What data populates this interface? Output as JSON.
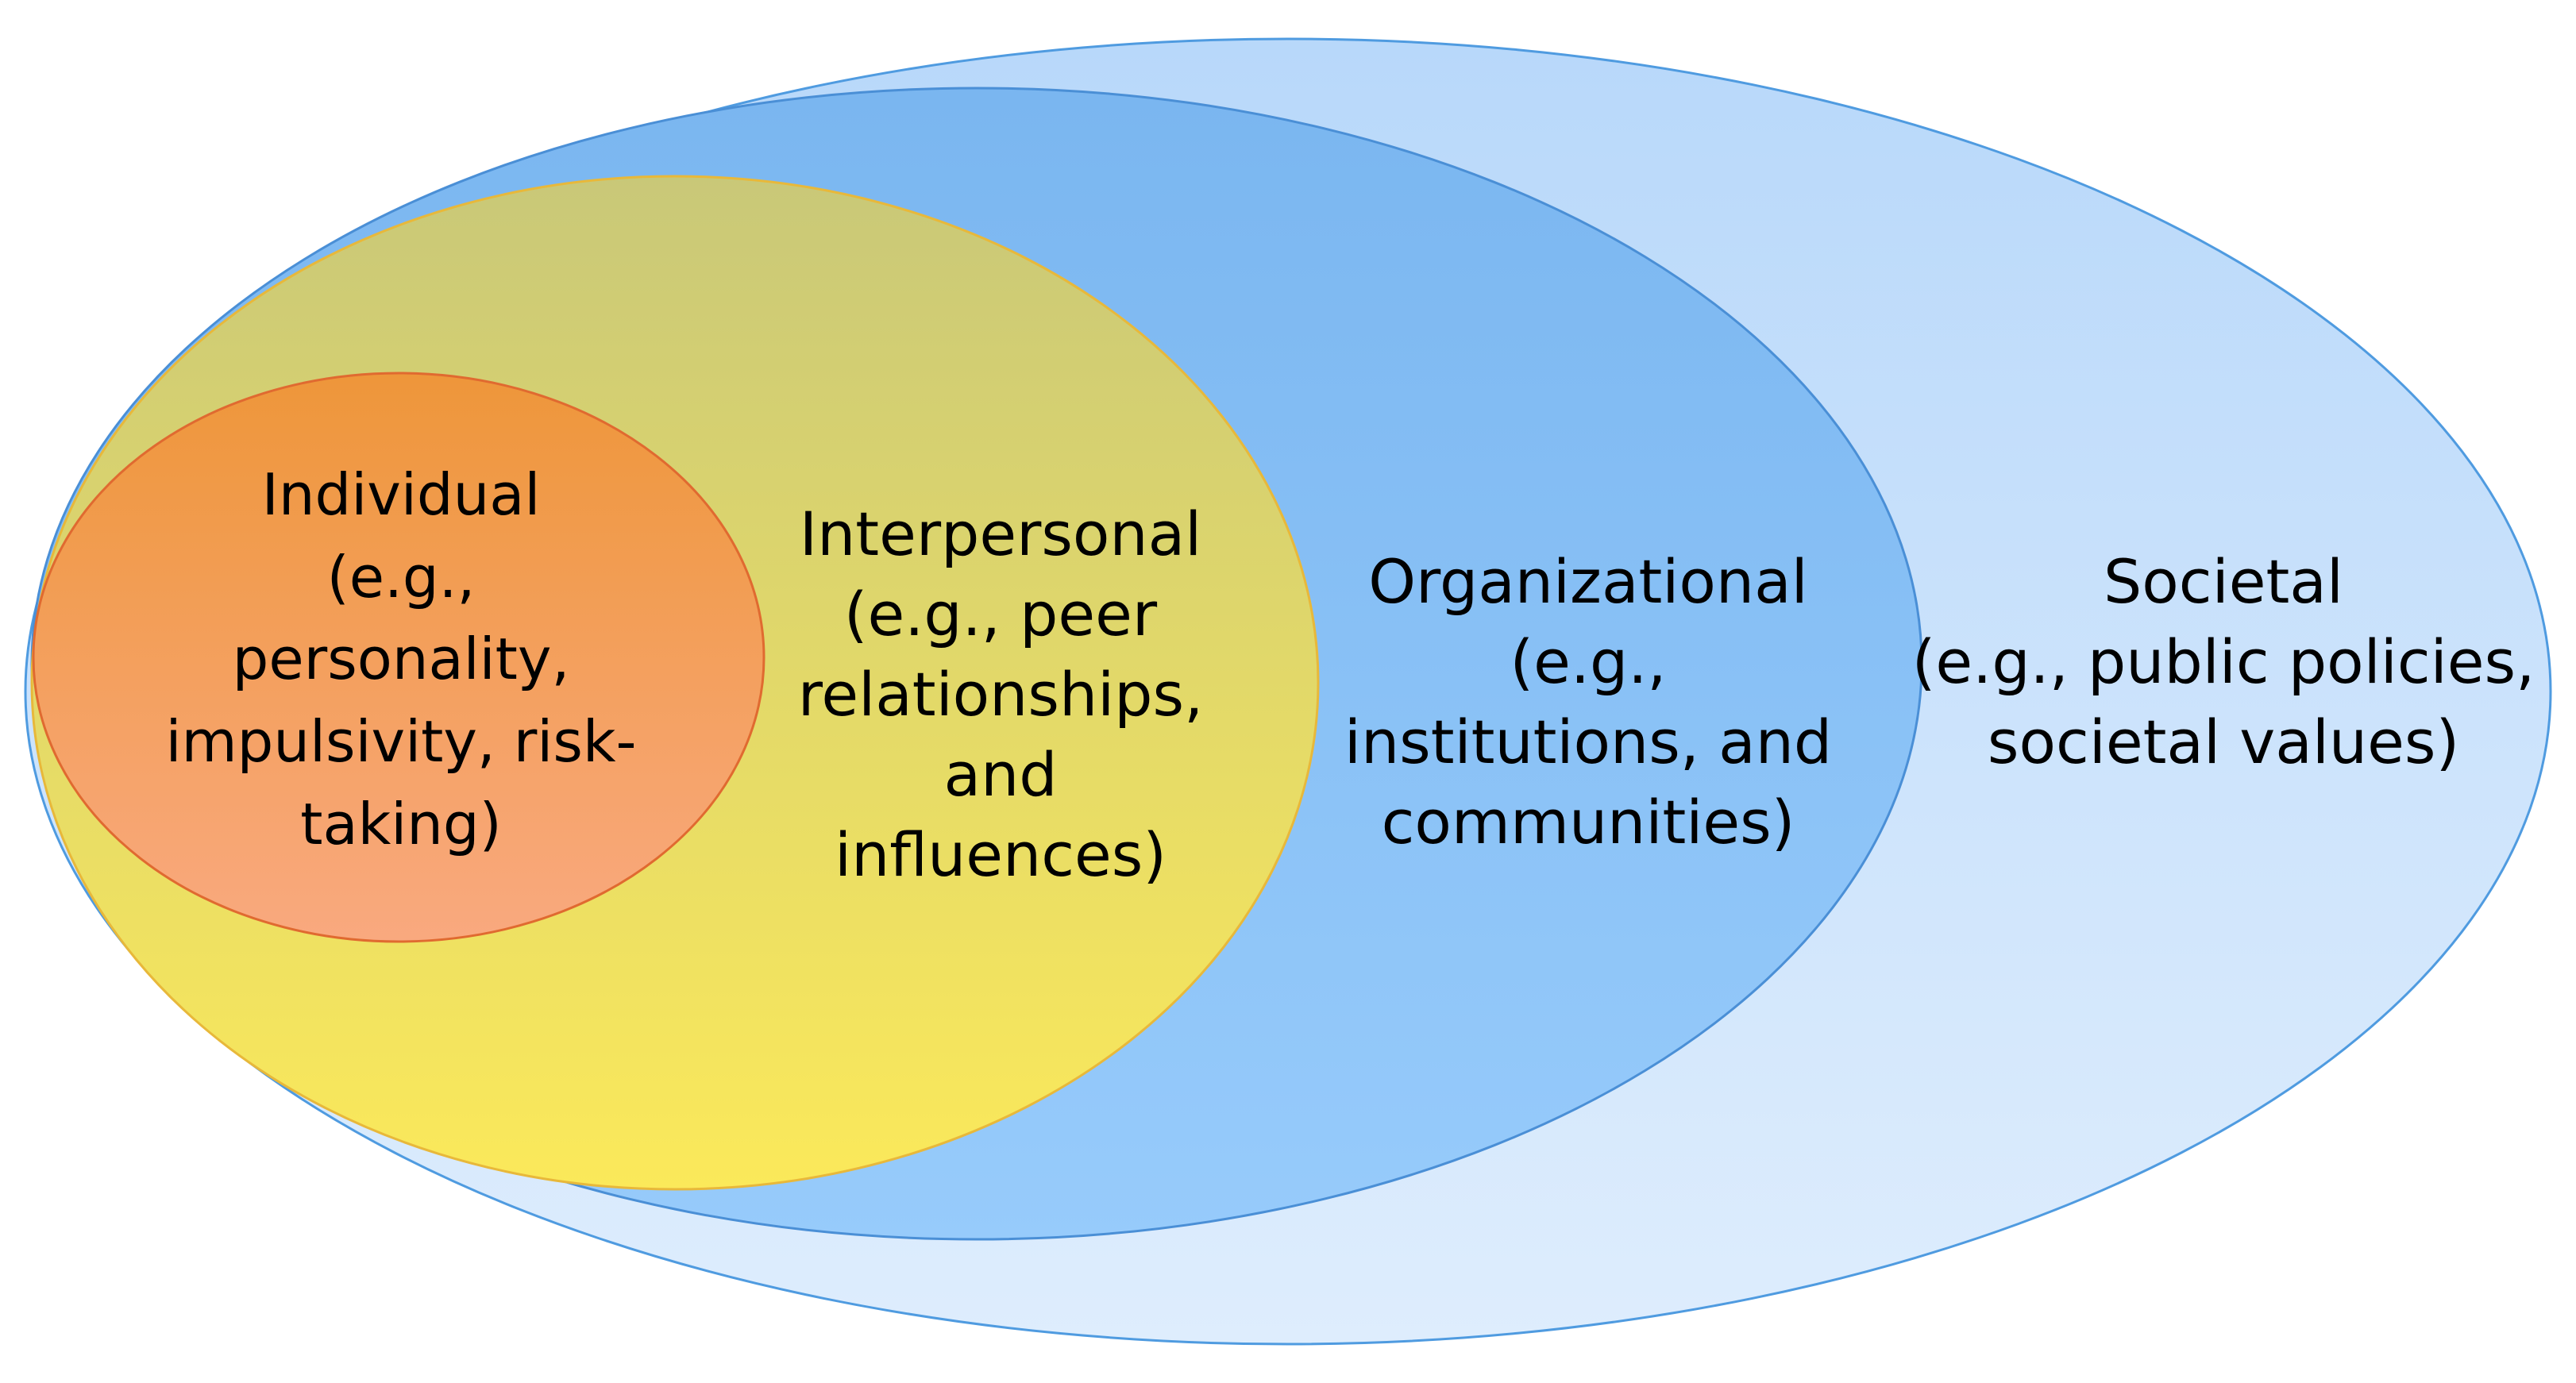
{
  "diagram": {
    "levels": [
      {
        "id": "societal",
        "title": "Societal",
        "description_lines": [
          "(e.g., public policies,",
          "societal values)"
        ],
        "fill_top": "#b8d8fa",
        "fill_bottom": "#deedfd",
        "stroke": "#4f9be0"
      },
      {
        "id": "organizational",
        "title": "Organizational",
        "description_lines": [
          "(e.g.,",
          "institutions, and",
          "communities)"
        ],
        "fill_top": "#7ab6f0",
        "fill_bottom": "#97cbfb",
        "stroke": "#4a8fd6"
      },
      {
        "id": "interpersonal",
        "title": "Interpersonal",
        "description_lines": [
          "(e.g., peer",
          "relationships,",
          "and",
          "influences)"
        ],
        "fill_top": "#c9c878",
        "fill_bottom": "#fbe95a",
        "stroke": "#e8b83a"
      },
      {
        "id": "individual",
        "title": "Individual",
        "description_lines": [
          "(e.g.,",
          "personality,",
          "impulsivity, risk-",
          "taking)"
        ],
        "fill_top": "#ee963a",
        "fill_bottom": "#f9a97f",
        "stroke": "#e06a30"
      }
    ]
  }
}
